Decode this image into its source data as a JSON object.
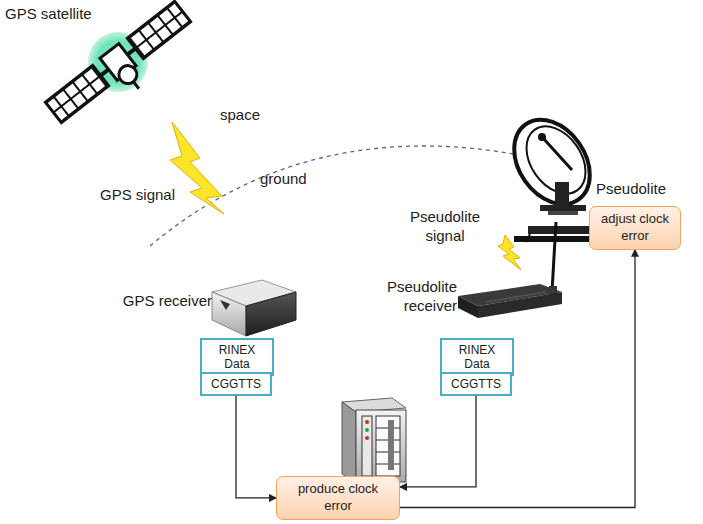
{
  "diagram": {
    "nodes": [
      {
        "text": [
          "adjust clock error"
        ]
      },
      {
        "text": [
          "RINEX Data"
        ]
      },
      {
        "text": [
          "RINEX Data"
        ]
      },
      {
        "text": [
          "CGGTTS"
        ]
      },
      {
        "text": [
          "CGGTTS"
        ]
      },
      {
        "text": [
          "produce clock error"
        ]
      }
    ],
    "edges": [
      {
        "from": 1,
        "to": 3,
        "arrow": "to"
      },
      {
        "from": 2,
        "to": 4,
        "arrow": "to"
      },
      {
        "from": 3,
        "to": 5,
        "arrow": "to"
      },
      {
        "from": 4,
        "to": 5,
        "arrow": "to"
      },
      {
        "from": 5,
        "to": 0,
        "arrow": "to"
      }
    ],
    "labels": [
      "GPS satellite",
      "space",
      "GPS signal",
      "ground",
      "Pseudolite",
      "Pseudolite signal",
      "GPS receiver",
      "Pseudolite receiver"
    ]
  }
}
